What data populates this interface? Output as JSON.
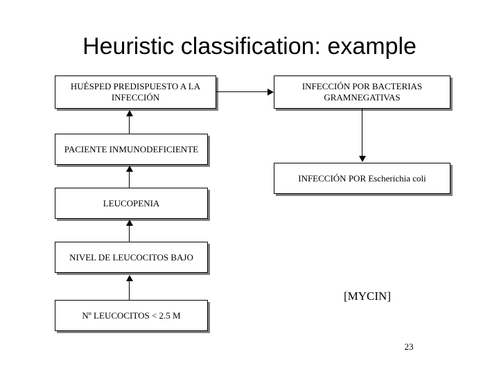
{
  "slide": {
    "title": "Heuristic classification: example",
    "mycin_label": "[MYCIN]",
    "page_number": "23"
  },
  "diagram": {
    "type": "flowchart",
    "nodes": [
      {
        "id": "huesped",
        "text": "HUÉSPED PREDISPUESTO A LA INFECCIÓN"
      },
      {
        "id": "infeccion-bacterias",
        "text": "INFECCIÓN POR BACTERIAS GRAMNEGATIVAS"
      },
      {
        "id": "paciente",
        "text": "PACIENTE INMUNODEFICIENTE"
      },
      {
        "id": "infeccion-ecoli",
        "text": "INFECCIÓN POR Escherichia coli"
      },
      {
        "id": "leucopenia",
        "text": "LEUCOPENIA"
      },
      {
        "id": "nivel-leucocitos",
        "text": "NIVEL DE LEUCOCITOS BAJO"
      },
      {
        "id": "numero-leucocitos",
        "text": "Nº LEUCOCITOS < 2.5 M"
      }
    ],
    "edges": [
      {
        "from": "huesped",
        "to": "infeccion-bacterias",
        "direction": "right"
      },
      {
        "from": "infeccion-bacterias",
        "to": "infeccion-ecoli",
        "direction": "down"
      },
      {
        "from": "paciente",
        "to": "huesped",
        "direction": "up"
      },
      {
        "from": "leucopenia",
        "to": "paciente",
        "direction": "up"
      },
      {
        "from": "nivel-leucocitos",
        "to": "leucopenia",
        "direction": "up"
      },
      {
        "from": "numero-leucocitos",
        "to": "nivel-leucocitos",
        "direction": "up"
      }
    ]
  },
  "colors": {
    "background": "#ffffff",
    "text": "#000000",
    "border": "#000000",
    "shadow": "#808080"
  }
}
